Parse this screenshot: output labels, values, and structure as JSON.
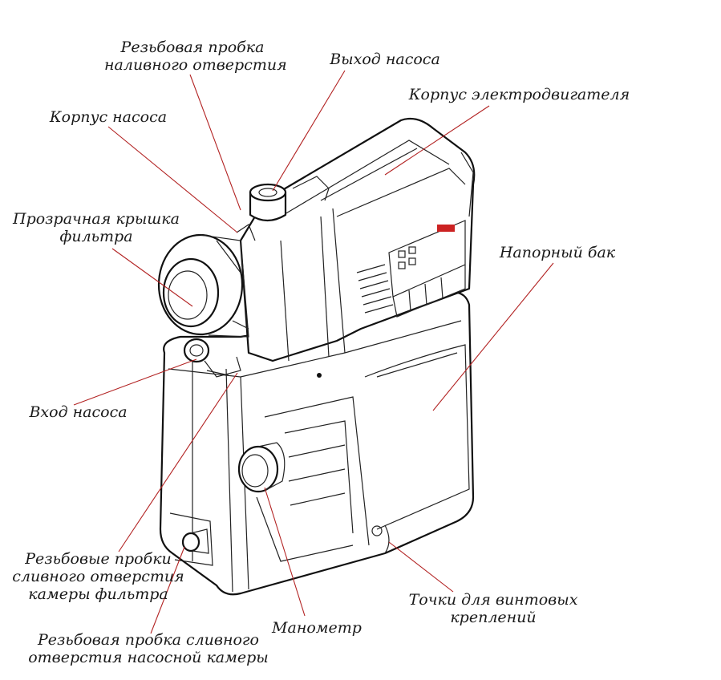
{
  "labels": {
    "filler_plug": [
      "Резьбовая пробка",
      "наливного отверстия"
    ],
    "pump_outlet": "Выход насоса",
    "motor_housing": "Корпус электродвигателя",
    "pump_housing": "Корпус насоса",
    "filter_cover": [
      "Прозрачная крышка",
      "фильтра"
    ],
    "pressure_tank": "Напорный бак",
    "pump_inlet": "Вход насоса",
    "filter_drain_plugs": [
      "Резьбовые пробки",
      "сливного отверстия",
      "камеры фильтра"
    ],
    "mount_points": [
      "Точки для винтовых",
      "креплений"
    ],
    "manometer": "Манометр",
    "pump_drain_plug": [
      "Резьбовая пробка сливного",
      "отверстия насосной камеры"
    ]
  },
  "colors": {
    "leader": "#b22222",
    "outline": "#111111"
  }
}
